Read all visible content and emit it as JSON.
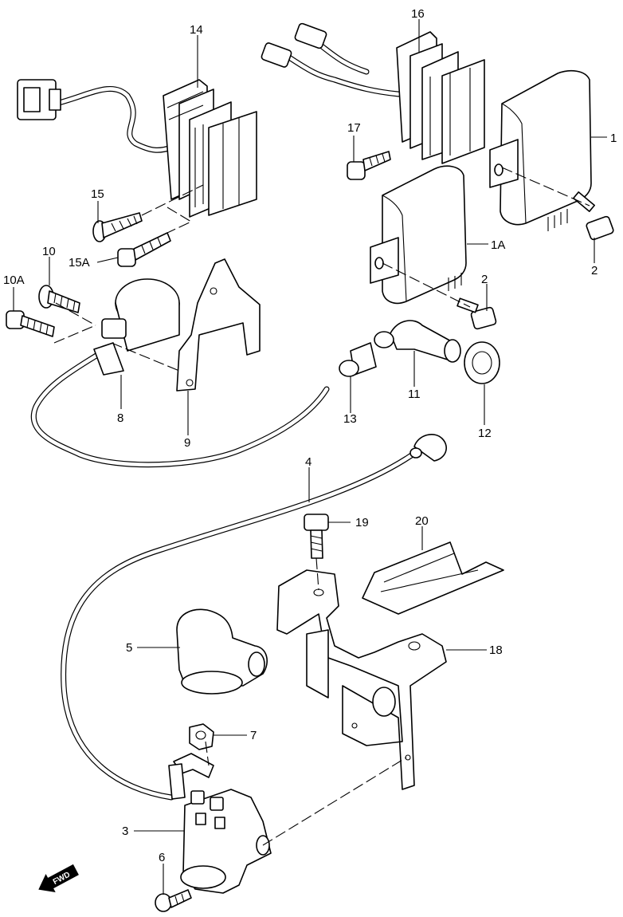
{
  "callouts": [
    {
      "id": "1",
      "text": "1"
    },
    {
      "id": "1A",
      "text": "1A"
    },
    {
      "id": "2a",
      "text": "2"
    },
    {
      "id": "2b",
      "text": "2"
    },
    {
      "id": "3",
      "text": "3"
    },
    {
      "id": "4",
      "text": "4"
    },
    {
      "id": "5",
      "text": "5"
    },
    {
      "id": "6",
      "text": "6"
    },
    {
      "id": "7",
      "text": "7"
    },
    {
      "id": "8",
      "text": "8"
    },
    {
      "id": "9",
      "text": "9"
    },
    {
      "id": "10",
      "text": "10"
    },
    {
      "id": "10A",
      "text": "10A"
    },
    {
      "id": "11",
      "text": "11"
    },
    {
      "id": "12",
      "text": "12"
    },
    {
      "id": "13",
      "text": "13"
    },
    {
      "id": "14",
      "text": "14"
    },
    {
      "id": "15",
      "text": "15"
    },
    {
      "id": "15A",
      "text": "15A"
    },
    {
      "id": "16",
      "text": "16"
    },
    {
      "id": "17",
      "text": "17"
    },
    {
      "id": "18",
      "text": "18"
    },
    {
      "id": "19",
      "text": "19"
    },
    {
      "id": "20",
      "text": "20"
    }
  ],
  "fwd_badge": {
    "text": "FWD"
  },
  "colors": {
    "line": "#000000",
    "background": "#ffffff"
  }
}
